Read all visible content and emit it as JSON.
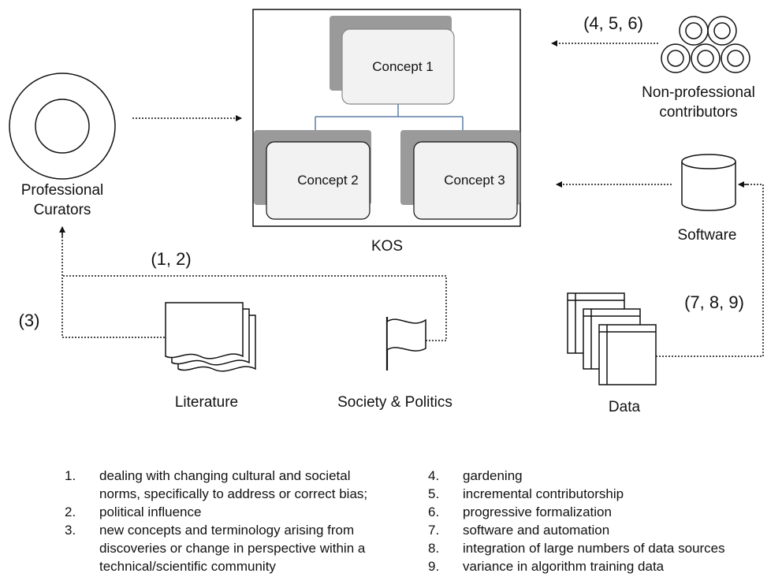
{
  "kos": {
    "label": "KOS",
    "concepts": [
      "Concept 1",
      "Concept 2",
      "Concept 3"
    ]
  },
  "nodes": {
    "professional": [
      "Professional",
      "Curators"
    ],
    "nonprofessional": [
      "Non-professional",
      "contributors"
    ],
    "software": "Software",
    "literature": "Literature",
    "society": "Society & Politics",
    "data": "Data"
  },
  "markers": {
    "m456": "(4, 5, 6)",
    "m12": "(1, 2)",
    "m3": "(3)",
    "m789": "(7, 8, 9)"
  },
  "legend_left": [
    {
      "num": "1.",
      "lines": [
        "dealing with changing cultural and societal",
        "norms, specifically to address or correct bias;"
      ]
    },
    {
      "num": "2.",
      "lines": [
        "political influence"
      ]
    },
    {
      "num": "3.",
      "lines": [
        "new concepts and terminology arising from",
        "discoveries or change in perspective within a",
        "technical/scientific community"
      ]
    }
  ],
  "legend_right": [
    {
      "num": "4.",
      "text": "gardening"
    },
    {
      "num": "5.",
      "text": "incremental contributorship"
    },
    {
      "num": "6.",
      "text": "progressive formalization"
    },
    {
      "num": "7.",
      "text": "software and automation"
    },
    {
      "num": "8.",
      "text": "integration of large numbers of data sources"
    },
    {
      "num": "9.",
      "text": "variance in algorithm training data"
    }
  ],
  "colors": {
    "shadow": "#9a9a9a",
    "concept_fill": "#f2f2f2",
    "connector": "#5b7fa6",
    "line": "#111111"
  }
}
